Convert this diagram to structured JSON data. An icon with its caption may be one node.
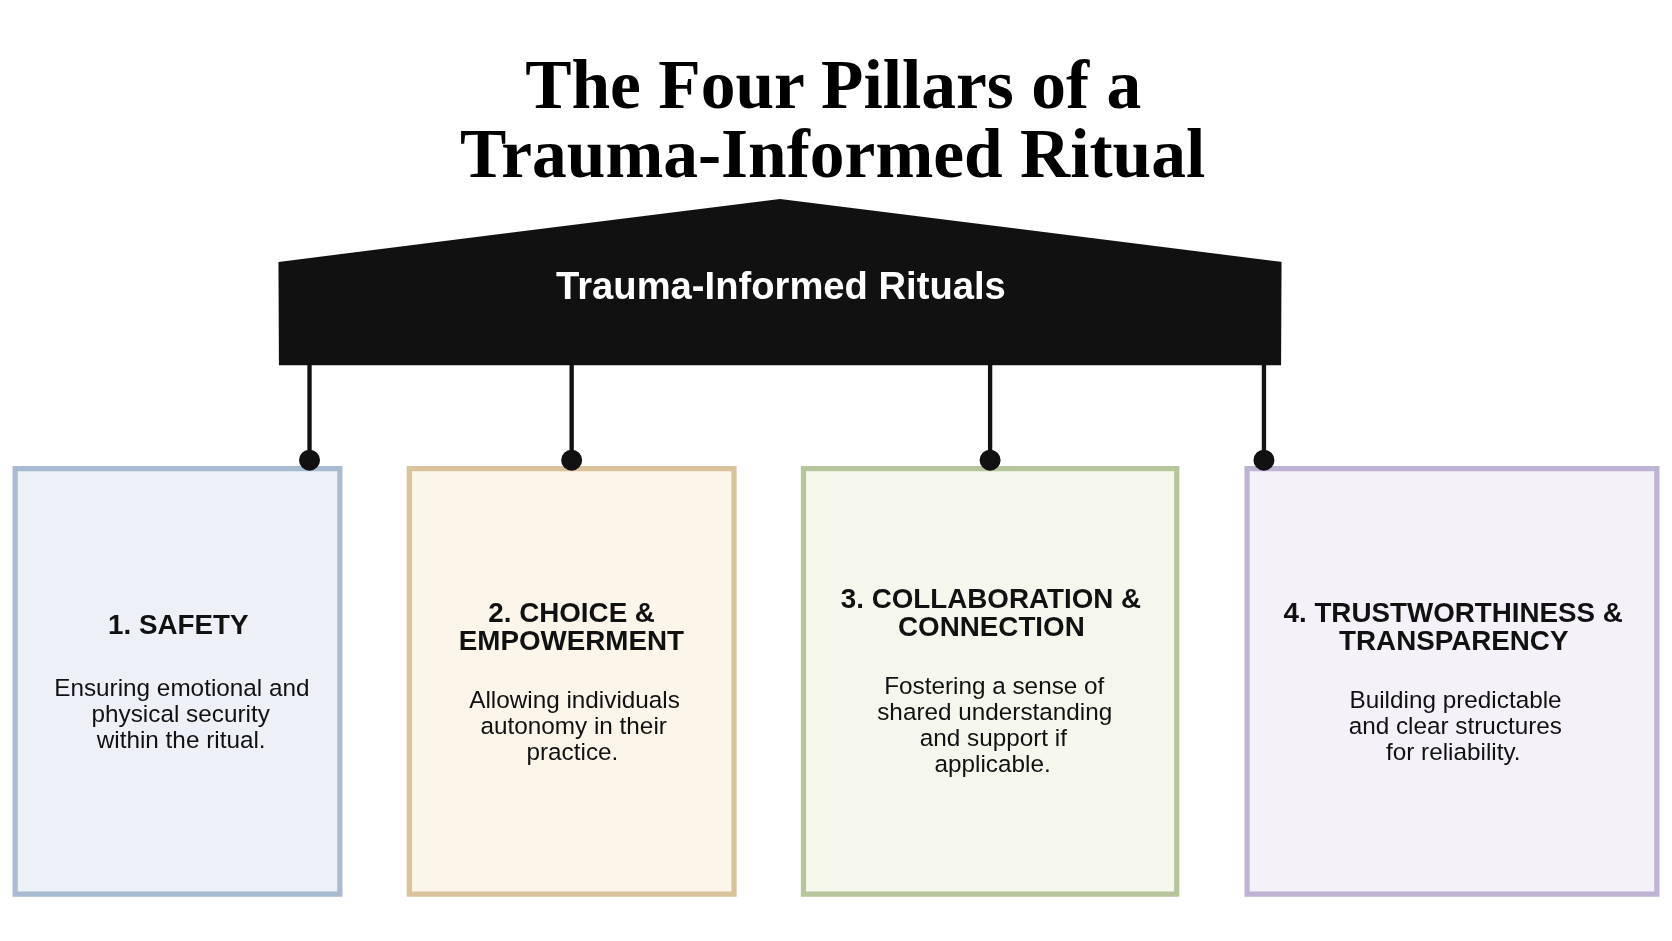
{
  "diagram": {
    "title": "The Four Pillars of a Trauma-Informed Ritual",
    "nodes": [
      {
        "text": [
          "Trauma-Informed Rituals"
        ]
      },
      {
        "text": [
          "1. SAFETY",
          "Ensuring emotional and physical security within the ritual."
        ]
      },
      {
        "text": [
          "2. CHOICE & EMPOWERMENT",
          "Allowing individuals autonomy in their practice."
        ]
      },
      {
        "text": [
          "3. COLLABORATION & CONNECTION",
          "Fostering a sense of shared understanding and support if applicable."
        ]
      },
      {
        "text": [
          "4. TRUSTWORTHINESS & TRANSPARENCY",
          "Building predictable and clear structures for reliability."
        ]
      }
    ],
    "edges": [
      {
        "from": 0,
        "to": 1,
        "arrow": "other"
      },
      {
        "from": 0,
        "to": 2,
        "arrow": "other"
      },
      {
        "from": 0,
        "to": 3,
        "arrow": "other"
      },
      {
        "from": 0,
        "to": 4,
        "arrow": "other"
      }
    ]
  }
}
